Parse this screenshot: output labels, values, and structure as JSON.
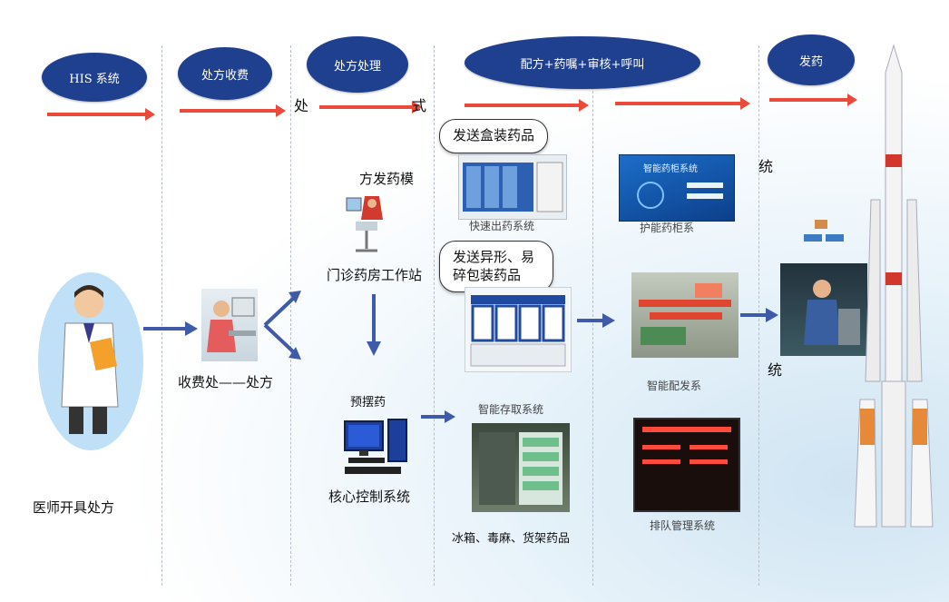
{
  "stages": {
    "his": "HIS 系统",
    "charge": "处方收费",
    "process": "处方处理",
    "dispense": "配方+药嘱+审核+呼叫",
    "deliver": "发药"
  },
  "flow_chars": {
    "chu": "处",
    "shi": "式",
    "tong1": "统",
    "tong2": "统"
  },
  "doctor": {
    "label": "医师开具处方"
  },
  "cashier": {
    "label": "收费处——处方"
  },
  "workstation": {
    "title": "方发药模",
    "label": "门诊药房工作站"
  },
  "core": {
    "title": "预摆药",
    "label": "核心控制系统"
  },
  "callouts": {
    "boxed": "发送盒装药品",
    "irregular": "发送异形、易碎包装药品"
  },
  "modules": {
    "quick": "快速出药系统",
    "smart_storage": "智能存取系统",
    "fridge": "冰箱、毒麻、货架药品",
    "screen_title": "智能药柜系统",
    "smart_cabinet": "护能药柜系",
    "smart_dispense": "智能配发系",
    "queue": "排队管理系统"
  },
  "colors": {
    "stage_oval": "#1f3f8f",
    "top_arrow": "#ea4a3a",
    "flow_arrow": "#3f5aa8"
  }
}
